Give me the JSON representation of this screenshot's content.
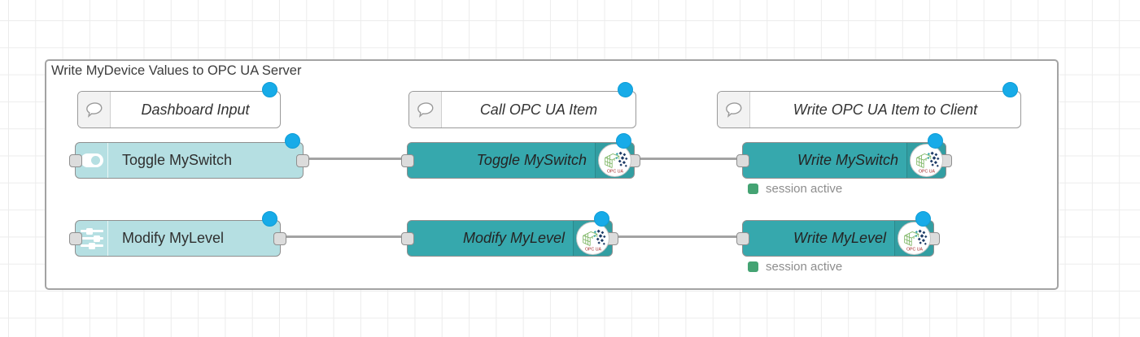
{
  "group": {
    "title": "Write MyDevice Values to OPC UA Server"
  },
  "comment_nodes": [
    {
      "label": "Dashboard Input",
      "icon": "speech-bubble-icon"
    },
    {
      "label": "Call OPC UA Item",
      "icon": "speech-bubble-icon"
    },
    {
      "label": "Write OPC UA Item to Client",
      "icon": "speech-bubble-icon"
    }
  ],
  "dashboard_nodes": [
    {
      "label": "Toggle MySwitch",
      "icon": "toggle-switch-icon"
    },
    {
      "label": "Modify MyLevel",
      "icon": "sliders-icon"
    }
  ],
  "opcua_call_nodes": [
    {
      "label": "Toggle MySwitch",
      "icon": "opcua-icon"
    },
    {
      "label": "Modify MyLevel",
      "icon": "opcua-icon"
    }
  ],
  "opcua_write_nodes": [
    {
      "label": "Write MySwitch",
      "icon": "opcua-icon",
      "status": "session active"
    },
    {
      "label": "Write MyLevel",
      "icon": "opcua-icon",
      "status": "session active"
    }
  ],
  "opcua_badge_label": "OPC UA",
  "colors": {
    "node_teal": "#36a8ad",
    "node_light_teal": "#b5dfe2",
    "changed_indicator_blue": "#17abe8",
    "status_green": "#44a373",
    "wire_gray": "#a3a3a3",
    "grid_gray": "#ececec"
  }
}
